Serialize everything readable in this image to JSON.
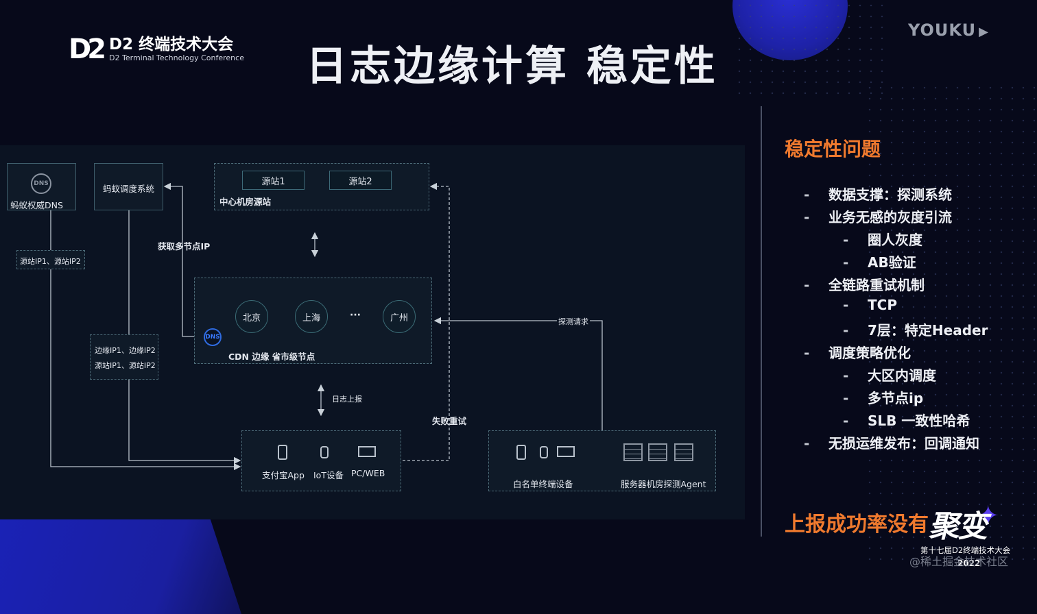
{
  "header": {
    "logo_mark": "D2",
    "logo_title": "D2 终端技术大会",
    "logo_subtitle": "D2 Terminal Technology Conference",
    "title": "日志边缘计算 稳定性",
    "brand": "YOUKU"
  },
  "diagram": {
    "dns_box": "蚂蚁权威DNS",
    "scheduler_box": "蚂蚁调度系统",
    "origin_group_label": "中心机房源站",
    "origin1": "源站1",
    "origin2": "源站2",
    "get_ip_label": "获取多节点IP",
    "note1": "源站IP1、源站IP2",
    "note2_line1": "边缘IP1、边缘IP2",
    "note2_line2": "源站IP1、源站IP2",
    "cdn_label": "CDN 边缘 省市级节点",
    "city1": "北京",
    "city2": "上海",
    "ellipsis": "···",
    "city3": "广州",
    "dns_badge": "DNS",
    "probe_label": "探测请求",
    "log_upload_label": "日志上报",
    "retry_label": "失败重试",
    "clients": [
      "支付宝App",
      "IoT设备",
      "PC/WEB"
    ],
    "whitelist_label": "白名单终端设备",
    "agent_label": "服务器机房探测Agent"
  },
  "sidebar": {
    "title": "稳定性问题",
    "items": [
      {
        "level": 1,
        "text": "数据支撑：探测系统"
      },
      {
        "level": 1,
        "text": "业务无感的灰度引流"
      },
      {
        "level": 2,
        "text": "圈人灰度"
      },
      {
        "level": 2,
        "text": "AB验证"
      },
      {
        "level": 1,
        "text": "全链路重试机制"
      },
      {
        "level": 2,
        "text": "TCP"
      },
      {
        "level": 2,
        "text": "7层：特定Header"
      },
      {
        "level": 1,
        "text": "调度策略优化"
      },
      {
        "level": 2,
        "text": "大区内调度"
      },
      {
        "level": 2,
        "text": "多节点ip"
      },
      {
        "level": 2,
        "text": "SLB 一致性哈希"
      },
      {
        "level": 1,
        "text": "无损运维发布：回调通知"
      }
    ],
    "dash": "-",
    "bottom_note": "上报成功率没有"
  },
  "event": {
    "logo": "聚变",
    "caption": "第十七届D2终端技术大会",
    "year": "2022"
  },
  "watermark": "@稀土掘金技术社区",
  "colors": {
    "accent_orange": "#f07a2e",
    "background": "#07091a",
    "panel": "#0b1322",
    "line": "#b9c2cc"
  }
}
